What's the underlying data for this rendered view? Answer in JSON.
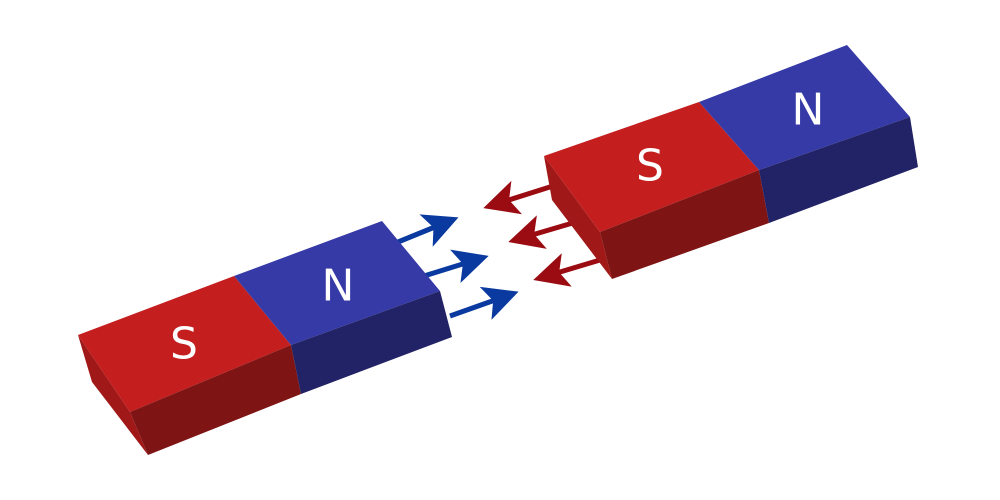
{
  "magnets": [
    {
      "id": "left",
      "poles": [
        {
          "label": "S",
          "pole": "south"
        },
        {
          "label": "N",
          "pole": "north"
        }
      ]
    },
    {
      "id": "right",
      "poles": [
        {
          "label": "S",
          "pole": "south"
        },
        {
          "label": "N",
          "pole": "north"
        }
      ]
    }
  ],
  "field_arrows": {
    "from_left_north": {
      "count": 3,
      "color": "#0a3aa0"
    },
    "into_right_south": {
      "count": 3,
      "color": "#9a0c12"
    }
  },
  "colors": {
    "south_top": "#c41e1f",
    "south_front": "#7e1414",
    "south_end": "#a11818",
    "north_top": "#363aa6",
    "north_front": "#222266",
    "north_end": "#272a7e"
  }
}
